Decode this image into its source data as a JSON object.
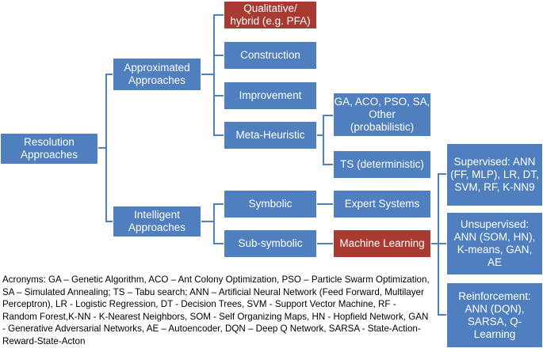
{
  "nodes": {
    "resolution": "Resolution\nApproaches",
    "approximated": "Approximated\nApproaches",
    "intelligent": "Intelligent\nApproaches",
    "qualitative": "Qualitative/\nhybrid (e.g. PFA)",
    "construction": "Construction",
    "improvement": "Improvement",
    "metaheuristic": "Meta-Heuristic",
    "ga_aco": "GA, ACO, PSO, SA,\nOther\n(probabilistic)",
    "ts": "TS (deterministic)",
    "symbolic": "Symbolic",
    "subsymbolic": "Sub-symbolic",
    "expert": "Expert Systems",
    "ml": "Machine Learning",
    "supervised": "Supervised: ANN\n(FF, MLP), LR, DT,\nSVM, RF, K-NN9",
    "unsupervised": "Unsupervised:\nANN (SOM, HN),\nK-means, GAN,\nAE",
    "reinforcement": "Reinforcement:\nANN (DQN),\nSARSA, Q-\nLearning"
  },
  "acronyms": "Acronyms: GA – Genetic Algorithm, ACO – Ant Colony Optimization,  PSO – Particle Swarm Optimization, SA – Simulated Annealing; TS – Tabu search; ANN – Artificial Neural Network (Feed Forward, Multilayer Perceptron), LR - Logistic Regression, DT - Decision Trees, SVM - Support Vector Machine,  RF - Random Forest,K-NN -  K-Nearest Neighbors, SOM - Self Organizing Maps, HN - Hopfield Network, GAN - Generative Adversarial Networks,  AE – Autoencoder, DQN – Deep Q Network, SARSA - State-Action-Reward-State-Acton",
  "colors": {
    "node": "#4f7fbf",
    "highlight": "#a83a32",
    "connector": "#4f7fbf"
  }
}
